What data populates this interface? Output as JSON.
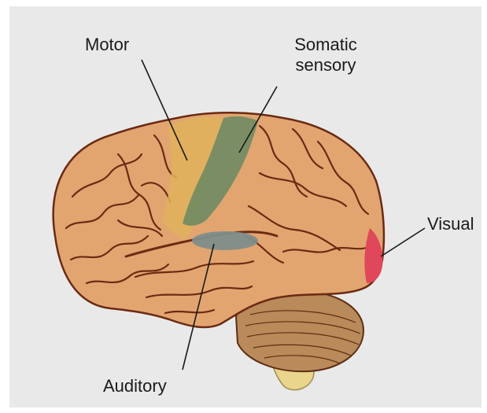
{
  "labels": {
    "motor": "Motor",
    "somatic_line1": "Somatic",
    "somatic_line2": "sensory",
    "visual": "Visual",
    "auditory": "Auditory"
  },
  "colors": {
    "background": "#e9e9e9",
    "brain_fill": "#e2a570",
    "brain_outline": "#6b2a12",
    "motor_area": "#e0b15c",
    "somatic_area": "#6f8b63",
    "auditory_area": "#7f8d8a",
    "visual_area": "#e0475a",
    "cerebellum": "#b98a5a",
    "brainstem": "#e9d58c"
  }
}
